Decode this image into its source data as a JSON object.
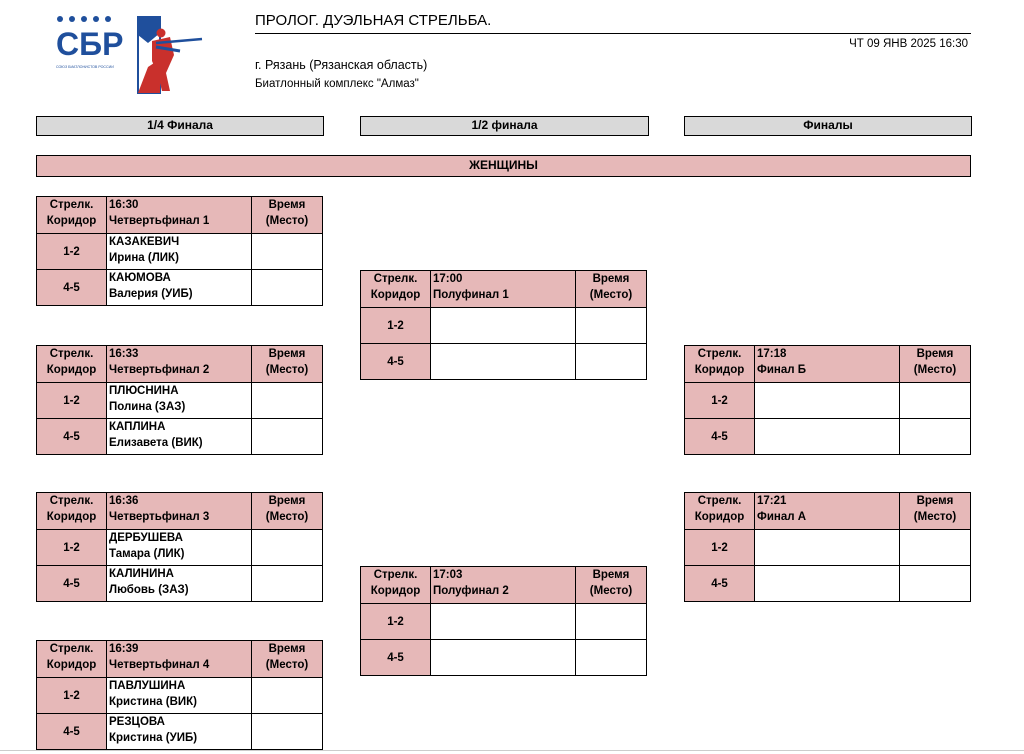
{
  "header": {
    "logo_text": "СБР",
    "logo_subtext": "СОЮЗ БИАТЛОНИСТОВ РОССИИ",
    "title": "ПРОЛОГ. ДУЭЛЬНАЯ СТРЕЛЬБА.",
    "datetime": "ЧТ 09 ЯНВ 2025 16:30",
    "place": "г. Рязань (Рязанская область)",
    "venue": "Биатлонный комплекс \"Алмаз\""
  },
  "stages": [
    "1/4 Финала",
    "1/2 финала",
    "Финалы"
  ],
  "gender": "ЖЕНЩИНЫ",
  "head": {
    "lane_l1": "Стрелк.",
    "lane_l2": "Коридор",
    "time_l1": "Время",
    "time_l2": "(Место)"
  },
  "heats": [
    {
      "time": "16:30",
      "name": "Четвертьфинал 1",
      "rows": [
        {
          "lane": "1-2",
          "surname": "КАЗАКЕВИЧ",
          "first": "Ирина (ЛИК)"
        },
        {
          "lane": "4-5",
          "surname": "КАЮМОВА",
          "first": "Валерия (УИБ)"
        }
      ]
    },
    {
      "time": "16:33",
      "name": "Четвертьфинал 2",
      "rows": [
        {
          "lane": "1-2",
          "surname": "ПЛЮСНИНА",
          "first": "Полина (ЗАЗ)"
        },
        {
          "lane": "4-5",
          "surname": "КАПЛИНА",
          "first": "Елизавета (ВИК)"
        }
      ]
    },
    {
      "time": "16:36",
      "name": "Четвертьфинал 3",
      "rows": [
        {
          "lane": "1-2",
          "surname": "ДЕРБУШЕВА",
          "first": "Тамара (ЛИК)"
        },
        {
          "lane": "4-5",
          "surname": "КАЛИНИНА",
          "first": "Любовь (ЗАЗ)"
        }
      ]
    },
    {
      "time": "16:39",
      "name": "Четвертьфинал 4",
      "rows": [
        {
          "lane": "1-2",
          "surname": "ПАВЛУШИНА",
          "first": "Кристина (ВИК)"
        },
        {
          "lane": "4-5",
          "surname": "РЕЗЦОВА",
          "first": "Кристина (УИБ)"
        }
      ]
    },
    {
      "time": "17:00",
      "name": "Полуфинал 1",
      "rows": [
        {
          "lane": "1-2",
          "surname": "",
          "first": ""
        },
        {
          "lane": "4-5",
          "surname": "",
          "first": ""
        }
      ]
    },
    {
      "time": "17:03",
      "name": "Полуфинал 2",
      "rows": [
        {
          "lane": "1-2",
          "surname": "",
          "first": ""
        },
        {
          "lane": "4-5",
          "surname": "",
          "first": ""
        }
      ]
    },
    {
      "time": "17:18",
      "name": "Финал Б",
      "rows": [
        {
          "lane": "1-2",
          "surname": "",
          "first": ""
        },
        {
          "lane": "4-5",
          "surname": "",
          "first": ""
        }
      ]
    },
    {
      "time": "17:21",
      "name": "Финал А",
      "rows": [
        {
          "lane": "1-2",
          "surname": "",
          "first": ""
        },
        {
          "lane": "4-5",
          "surname": "",
          "first": ""
        }
      ]
    }
  ]
}
